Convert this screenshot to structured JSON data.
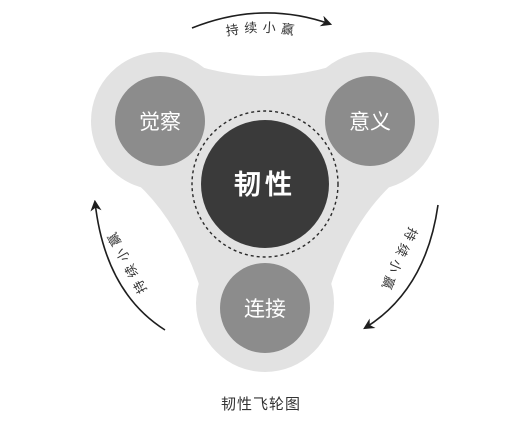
{
  "diagram": {
    "center": {
      "label": "韧性"
    },
    "nodes": [
      {
        "id": "awareness",
        "label": "觉察"
      },
      {
        "id": "meaning",
        "label": "意义"
      },
      {
        "id": "connection",
        "label": "连接"
      }
    ],
    "arrows": [
      {
        "id": "top",
        "label": "持续小赢"
      },
      {
        "id": "right",
        "label": "持续小赢"
      },
      {
        "id": "left",
        "label": "持续小赢"
      }
    ],
    "caption": "韧性飞轮图",
    "colors": {
      "shape": "#e2e2e2",
      "node": "#8c8c8c",
      "center": "#3a3a3a",
      "arrow": "#1e1e1e",
      "dashed_ring": "#2a2a2a"
    }
  }
}
